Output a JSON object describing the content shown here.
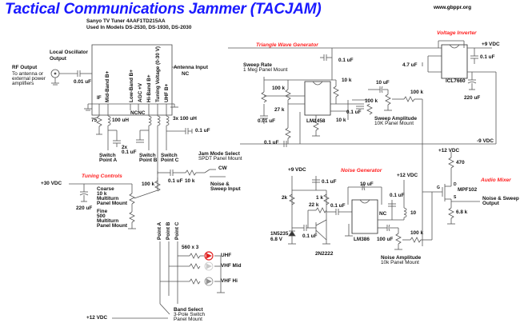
{
  "title": "Tactical Communications Jammer (TACJAM)",
  "url": "www.gbppr.org",
  "tuner": {
    "line1": "Sanyo TV Tuner 4AAF1TD215AA",
    "line2": "Used In Models DS-2530, DS-1930, DS-2030",
    "pins": [
      "IF",
      "Mid-Band B+",
      "Low-Band B+",
      "AGC +V",
      "Hi-Band B+",
      "Tuning Voltage (0-30 V)",
      "UHF B+"
    ],
    "nc": "NCNC",
    "antenna_label": "Antenna Input",
    "antenna_nc": "NC",
    "lo_label_1": "Local Oscillator",
    "lo_label_2": "Output"
  },
  "rf_output": {
    "label": "RF Output",
    "desc_1": "To antenna or",
    "desc_2": "external power",
    "desc_3": "amplifiers",
    "cap": "0.01 uF"
  },
  "tuner_parts": {
    "r75": "75",
    "l100": "100 uH",
    "l3x": "3x 100 uH",
    "cap2x_1": "2x",
    "cap2x_2": "0.1 uF",
    "cap01": "0.1 uF",
    "sw_a_1": "Switch",
    "sw_a_2": "Point A",
    "sw_b_1": "Switch",
    "sw_b_2": "Point B",
    "sw_c_1": "Switch",
    "sw_c_2": "Point C"
  },
  "jam_mode": {
    "title_1": "Jam Mode Select",
    "title_2": "SPDT Panel Mount",
    "cw": "CW",
    "noise_1": "Noise &",
    "noise_2": "Sweep Input",
    "r100k": "100 k",
    "cap": "0.1 uF",
    "r10k": "10 k"
  },
  "tuning": {
    "section": "Tuning Controls",
    "supply": "+30 VDC",
    "cap": "220 uF",
    "coarse": [
      "Coarse",
      "10 k",
      "Multiturn",
      "Panel Mount"
    ],
    "fine": [
      "Fine",
      "500",
      "Multiturn",
      "Panel Mount"
    ]
  },
  "band_select": {
    "points": [
      "Point A",
      "Point B",
      "Point C"
    ],
    "resistors": "560 x 3",
    "leds": [
      {
        "label": "UHF",
        "color": "#e02020"
      },
      {
        "label": "VHF Mid",
        "color": "#c8c8c8"
      },
      {
        "label": "VHF Hi",
        "color": "#a0a0a0"
      }
    ],
    "label_1": "Band Select",
    "label_2": "3-Pole Switch",
    "label_3": "Panel Mount",
    "supply": "+12 VDC"
  },
  "triangle": {
    "section": "Triangle Wave Generator",
    "rate_1": "Sweep Rate",
    "rate_2": "1 Meg Panel Mount",
    "r100k": "100 k",
    "r27k": "27 k",
    "c001": "0.01 uF",
    "ic": "LM1458",
    "r10k_a": "10 k",
    "r10k_b": "10 k",
    "c01_top": "0.1 uF",
    "c01_mid": "0.1 uF",
    "r100k_b": "100 k",
    "c10u": "10 uF",
    "amp_1": "Sweep Amplitude",
    "amp_2": "10K Panel Mount",
    "r100k_c": "100 k",
    "c01_bot": "0.1 uF"
  },
  "inverter": {
    "section": "Voltage Inverter",
    "pos": "+9 VDC",
    "neg": "-9 VDC",
    "ic": "ICL7660",
    "c47": "4.7 uF",
    "c01": "0.1 uF",
    "c220": "220 uF"
  },
  "noise": {
    "section": "Noise Generator",
    "supply": "+9 VDC",
    "c01_top": "0.1 uF",
    "r2k": "2k",
    "r1k": "1 k",
    "r22k": "22 k",
    "c01_a": "0.1 uF",
    "c01_b": "0.1 uF",
    "zener_1": "1N5235",
    "zener_2": "6.8 V",
    "transistor": "2N2222",
    "c10u": "10 uF",
    "ic": "LM386",
    "nc": "NC",
    "supply12": "+12 VDC",
    "c01_c": "0.1 uF",
    "r10": "10",
    "c100u": "100 uF",
    "r100k": "100 k",
    "amp_1": "Noise Amplitude",
    "amp_2": "10k Panel Mount"
  },
  "mixer": {
    "section": "Audio Mixer",
    "supply": "+12 VDC",
    "r470": "470",
    "fet": "MPF102",
    "g": "G",
    "d": "D",
    "s": "S",
    "r68k": "6.8 k",
    "out_1": "Noise & Sweep",
    "out_2": "Output"
  }
}
